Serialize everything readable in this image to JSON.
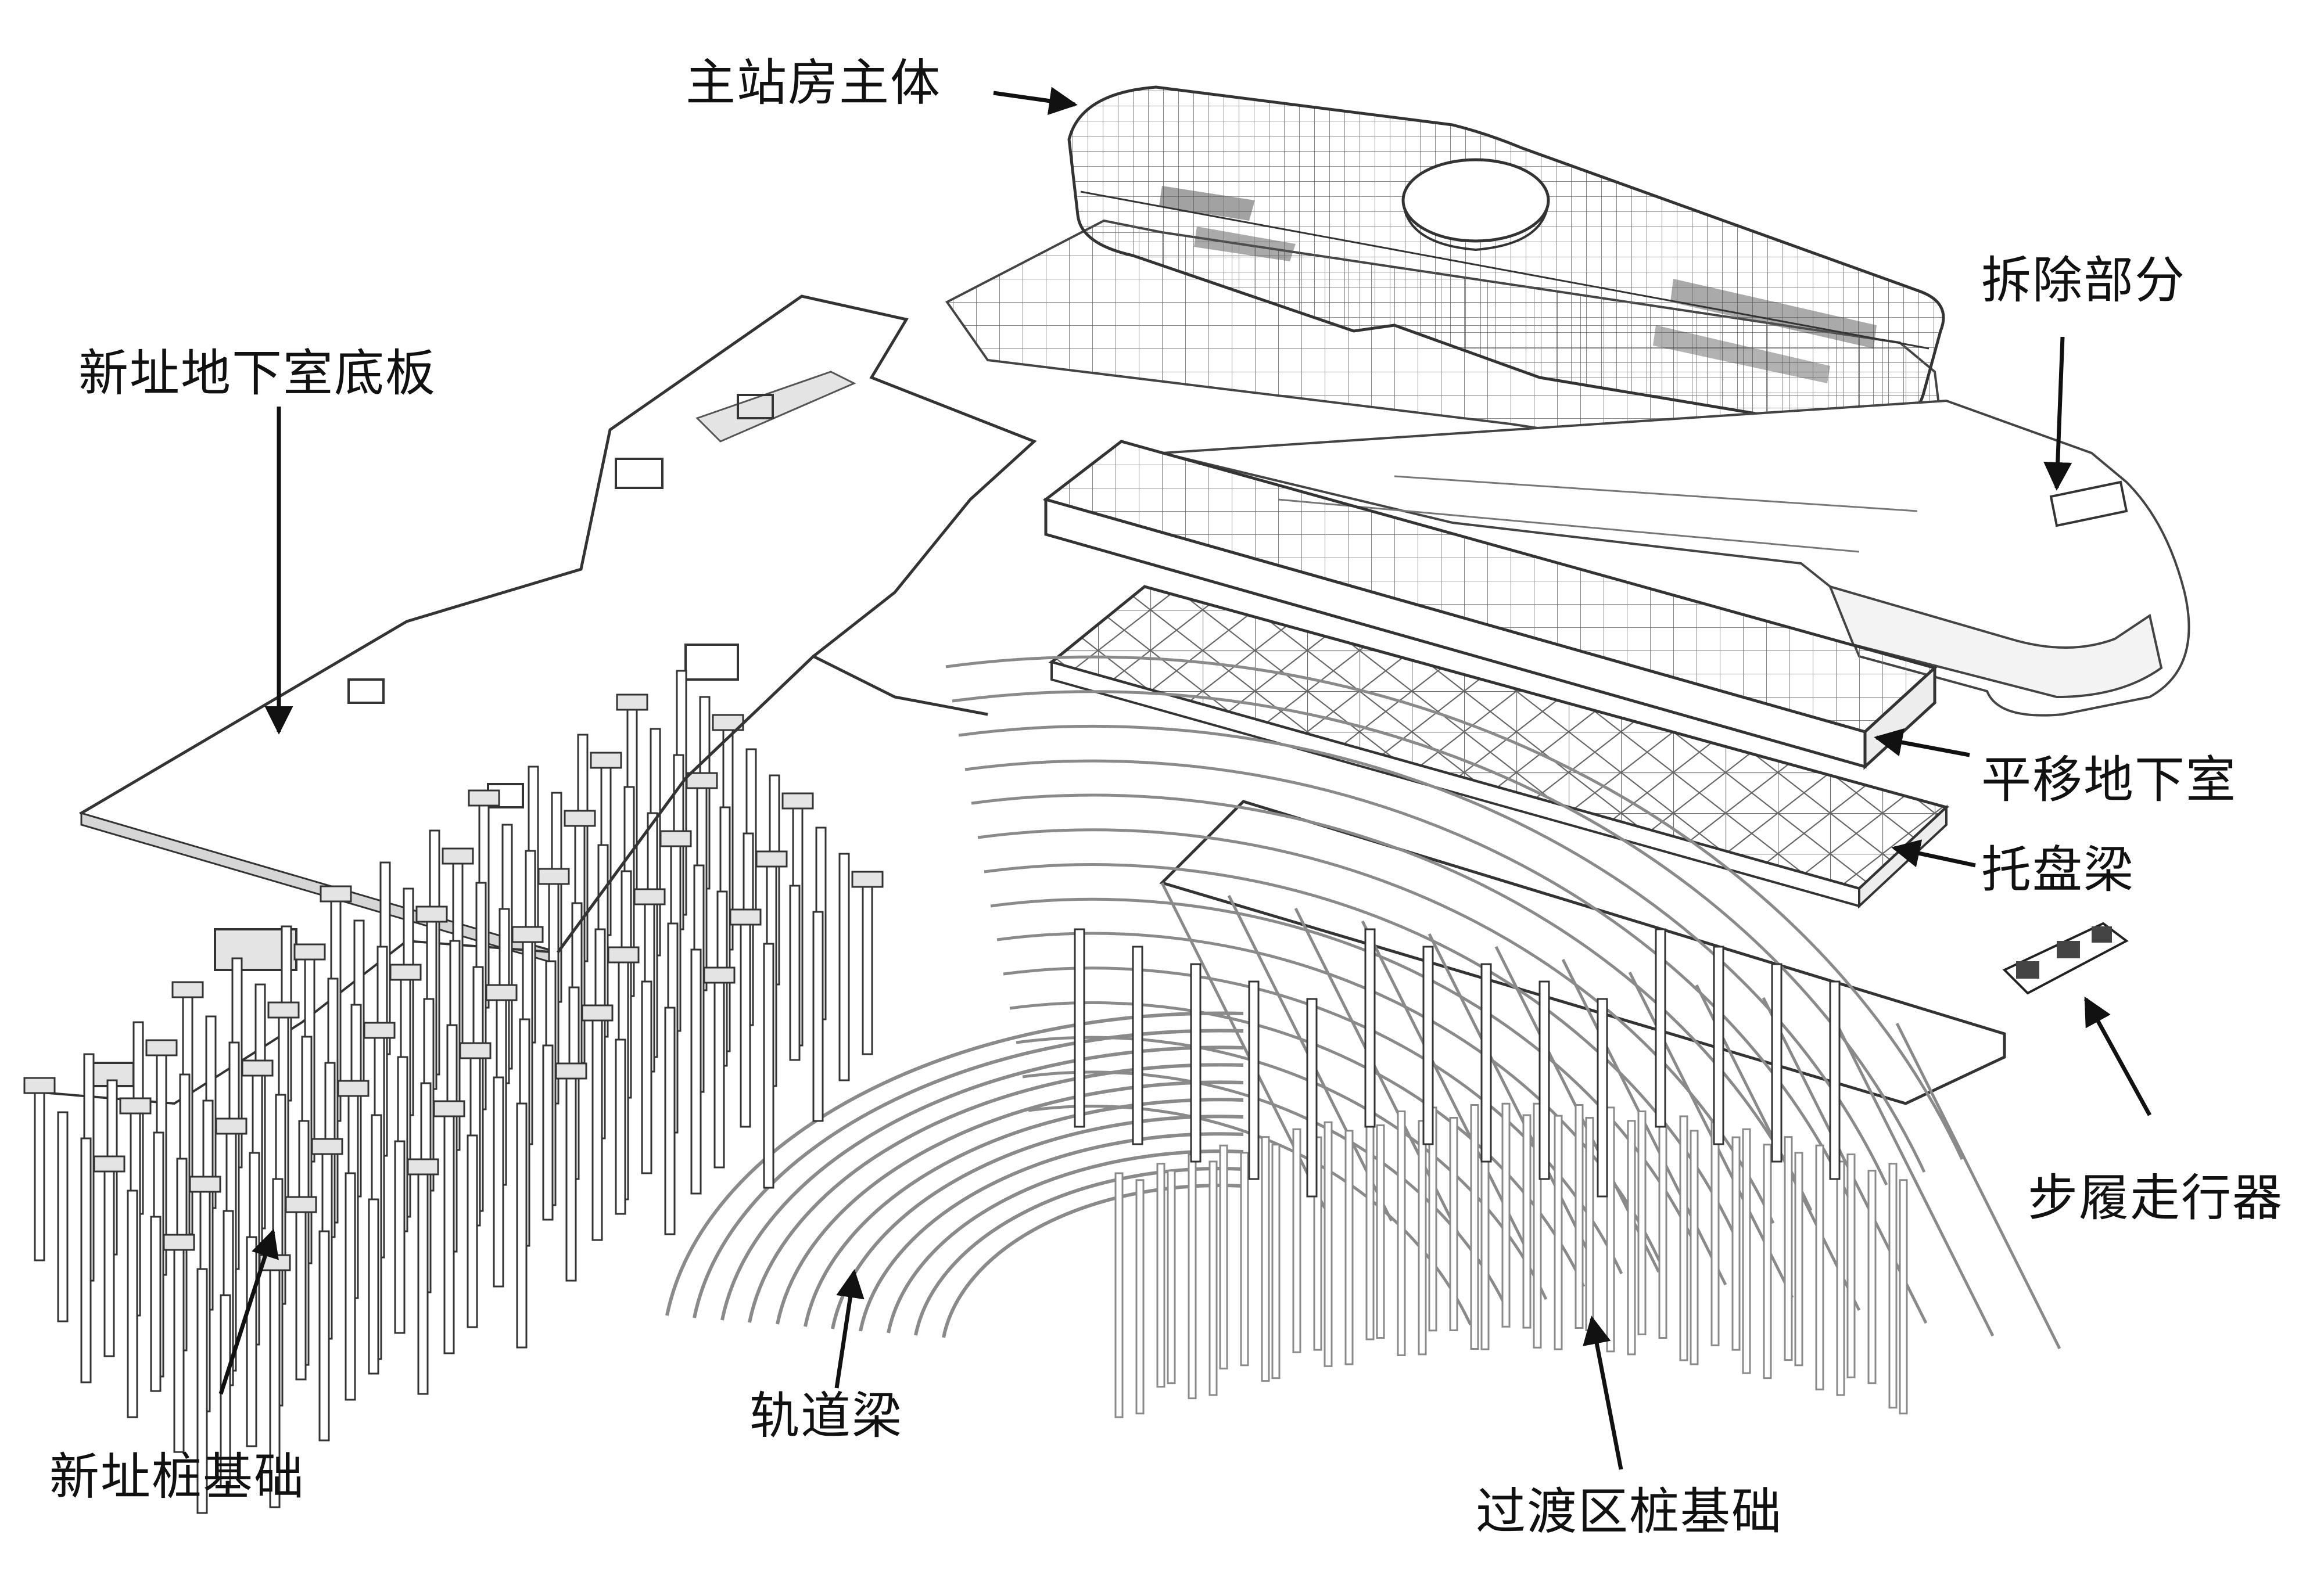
{
  "labels": {
    "main_station_body": "主站房主体",
    "demolished_part": "拆除部分",
    "new_basement_floor": "新址地下室底板",
    "moved_basement": "平移地下室",
    "tray_beam": "托盘梁",
    "walker": "步履走行器",
    "new_pile_foundation": "新址桩基础",
    "track_beam": "轨道梁",
    "transition_pile_foundation": "过渡区桩基础"
  },
  "colors": {
    "line": "#333333",
    "light_line": "#8a8a8a",
    "text": "#111111",
    "fill_light": "#e4e4e4",
    "background": "#ffffff"
  }
}
